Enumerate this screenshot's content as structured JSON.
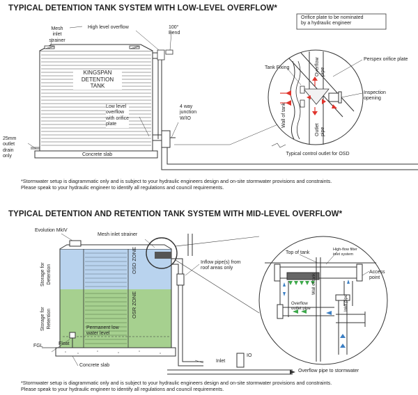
{
  "section1": {
    "title": "TYPICAL DETENTION TANK SYSTEM WITH LOW-LEVEL OVERFLOW*",
    "labels": {
      "mesh_strainer": "Mesh\ninlet\nstrainer",
      "high_level_overflow": "High level overflow",
      "bend": "100°\nBend",
      "tank_name": "KINGSPAN\nDETENTION\nTANK",
      "low_level_overflow": "Low level\noverflow\nwith orifice\nplate",
      "junction": "4 way\njunction\nW/IO",
      "outlet_drain": "25mm\noutlet\ndrain\nonly",
      "concrete_slab": "Concrete slab"
    },
    "detail": {
      "orifice_note": "Orifice plate to be nominated\nby a hydraulic engineer",
      "perspex": "Perspex orifice plate",
      "tank_fixing": "Tank Fixing",
      "overflow_pipe": "Overflow\npipe",
      "inspection": "Inspection\nopening",
      "wall_of_tank": "Wall of tank",
      "outlet_pipe": "Outlet\npipe",
      "caption": "Typical control outlet for OSD"
    },
    "footnote": "*Stormwater setup is diagrammatic only and is subject to your hydraulic engineers design and on-site stormwater provisions and constraints.\n Please speak to your hydraulic engineer to identify all regulations and council requirements."
  },
  "section2": {
    "title": "TYPICAL DETENTION AND RETENTION TANK SYSTEM WITH MID-LEVEL OVERFLOW*",
    "labels": {
      "evolution": "Evolution MkIV",
      "mesh_strainer": "Mesh inlet strainer",
      "storage_detention": "Storage for\nDetention",
      "storage_retention": "Storage for\nRetention",
      "osd_zone": "OSD ZONE",
      "osr_zone": "OSR ZONE",
      "inflow": "Inflow pipe(s) from\nroof areas only",
      "permanent_low": "Permanent low\nwater level",
      "float": "Float",
      "fgl": "FGL",
      "concrete_slab": "Concrete slab",
      "inlet": "Inlet",
      "io": "IO",
      "overflow_to_stormwater": "Overflow pipe to stormwater"
    },
    "detail": {
      "top_of_tank": "Top of tank",
      "high_flow_filter": "High-flow filter\ninlet system",
      "access_point": "Access\npoint",
      "wall_of_tank": "Wall of tank",
      "overflow_outlet": "Overflow\noutlet pipe",
      "inlet_pipe": "Inlet pipe"
    },
    "footnote": "*Stormwater setup is diagrammatic only and is subject to your hydraulic engineers design and on-site stormwater provisions and constraints.\n Please speak to your hydraulic engineer to identify all regulations and council requirements."
  },
  "colors": {
    "detention_blue": "#b9d3ee",
    "retention_green": "#a6d08f",
    "arrow_red": "#e0342c",
    "arrow_green": "#3da84a",
    "arrow_blue": "#3b7fc4"
  }
}
